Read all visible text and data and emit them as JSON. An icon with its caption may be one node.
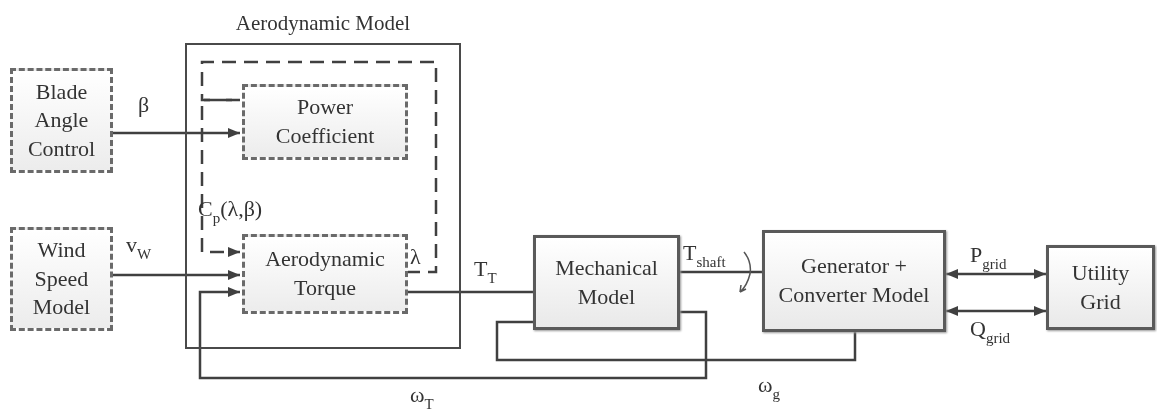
{
  "diagram": {
    "nodes": [
      {
        "text": [
          "Blade Angle Control"
        ]
      },
      {
        "text": [
          "Aerodynamic Model"
        ]
      },
      {
        "text": [
          "Power Coefficient"
        ],
        "in": 1
      },
      {
        "text": [
          "Aerodynamic Torque"
        ],
        "in": 1
      },
      {
        "text": [
          "Wind Speed Model"
        ]
      },
      {
        "text": [
          "Mechanical Model"
        ]
      },
      {
        "text": [
          "Generator + Converter Model"
        ]
      },
      {
        "text": [
          "Utility Grid"
        ]
      }
    ],
    "edges": [
      {
        "from": 0,
        "to": 2,
        "arrow": "to",
        "label": "β"
      },
      {
        "from": 3,
        "to": 2,
        "arrow": "none",
        "label": "λ",
        "style": "dashed"
      },
      {
        "from": 2,
        "to": 3,
        "arrow": "to",
        "label": "C$_{p}$(λ,β)",
        "style": "dashed"
      },
      {
        "from": 4,
        "to": 3,
        "arrow": "to",
        "label": "v$_{W}$"
      },
      {
        "from": 3,
        "to": 5,
        "arrow": "none",
        "label": "T$_{T}$"
      },
      {
        "from": 5,
        "to": 6,
        "arrow": "none",
        "label": "T$_{shaft}$"
      },
      {
        "from": 6,
        "to": 7,
        "arrow": "both",
        "label": "P$_{grid}$"
      },
      {
        "from": 6,
        "to": 7,
        "arrow": "both",
        "label": "Q$_{grid}$"
      },
      {
        "from": 5,
        "to": 3,
        "arrow": "to",
        "label": "ω$_{T}$"
      },
      {
        "from": 6,
        "to": 5,
        "arrow": "none",
        "label": "ω$_{g}$"
      }
    ]
  }
}
